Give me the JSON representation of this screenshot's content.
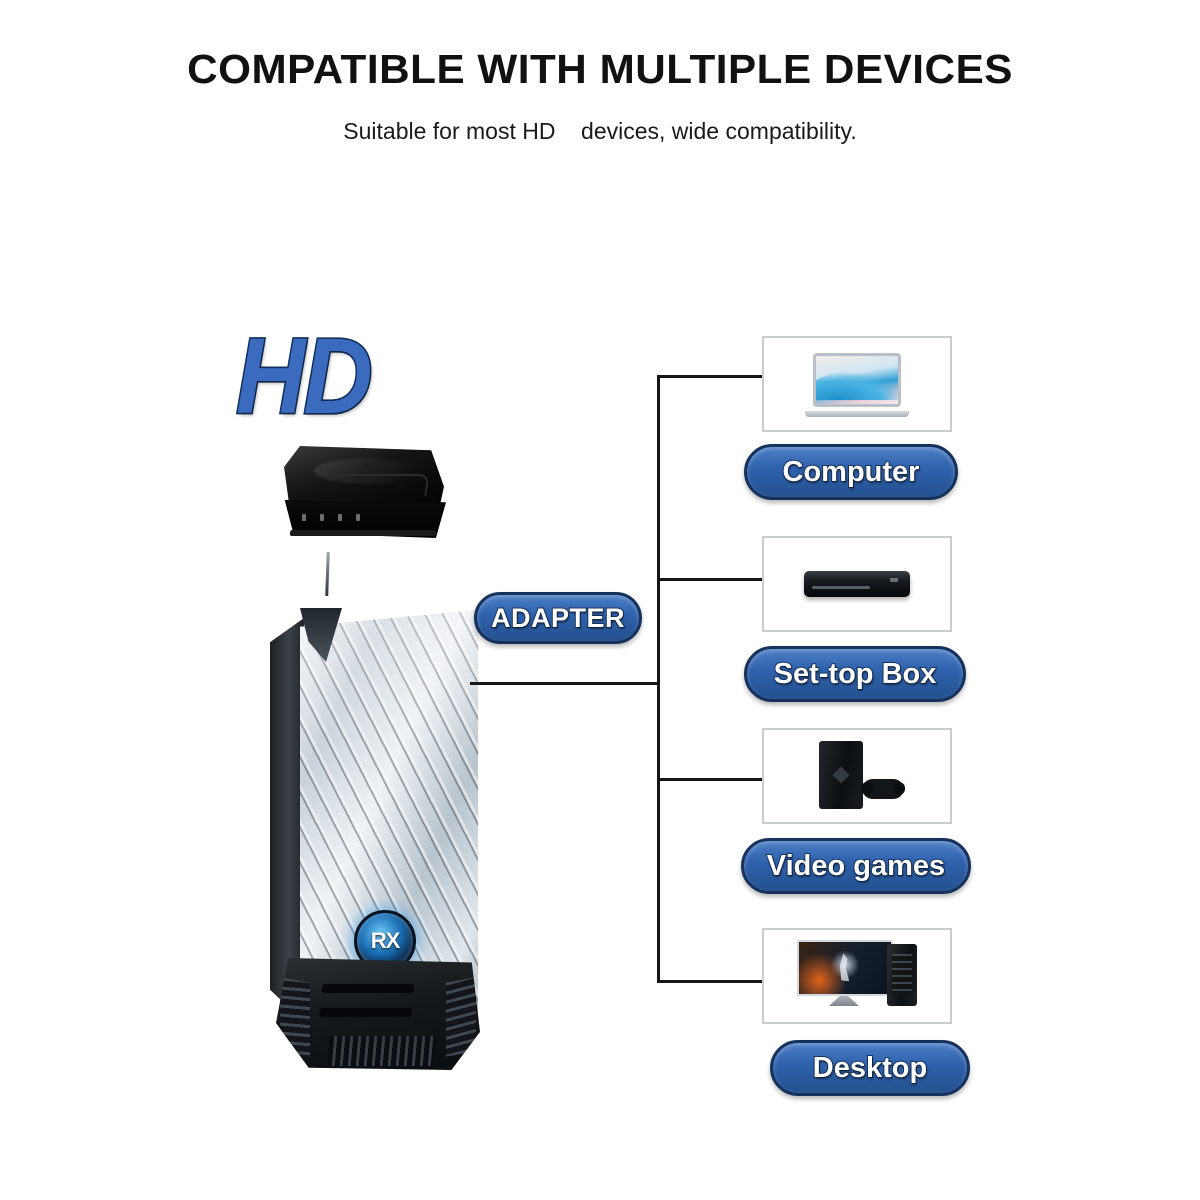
{
  "header": {
    "title": "COMPATIBLE WITH MULTIPLE DEVICES",
    "subtitle": "Suitable for most HD    devices, wide compatibility."
  },
  "product": {
    "hd_logo": "HD",
    "rx_badge": "RX",
    "adapter_label": "ADAPTER"
  },
  "devices": [
    {
      "label": "Computer",
      "icon": "laptop-icon"
    },
    {
      "label": "Set-top Box",
      "icon": "set-top-box-icon"
    },
    {
      "label": "Video games",
      "icon": "game-console-icon"
    },
    {
      "label": "Desktop",
      "icon": "desktop-monitor-icon"
    }
  ],
  "colors": {
    "pill_blue": "#2f62ad",
    "pill_border": "#16325c",
    "hd_blue": "#3a6bbf",
    "line": "#161616",
    "box_border": "#c8cdd2",
    "background": "#ffffff"
  }
}
